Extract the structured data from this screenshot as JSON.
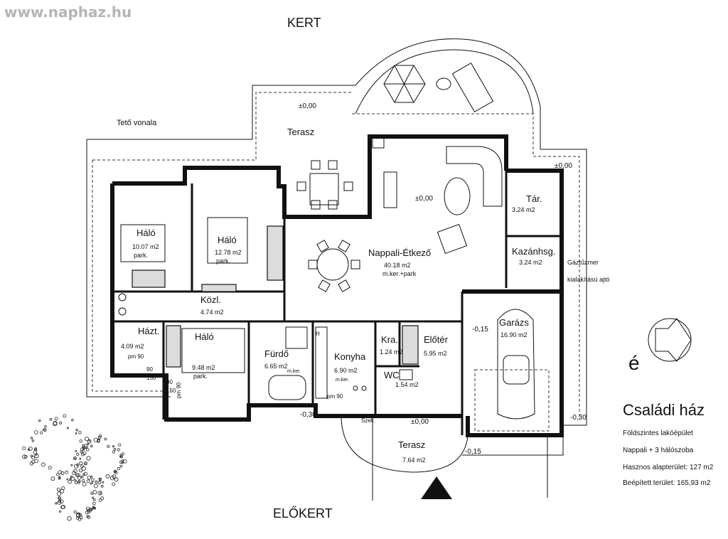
{
  "watermark": "www.naphaz.hu",
  "areas": {
    "kert": "KERT",
    "elokert": "ELŐKERT",
    "teto_vonala": "Tető vonala"
  },
  "rooms": {
    "halo1_name": "Háló",
    "halo1_area": "10.07 m2",
    "halo1_floor": "park.",
    "halo2_name": "Háló",
    "halo2_area": "12.78 m2",
    "halo2_floor": "park.",
    "halo3_name": "Háló",
    "halo3_area": "9.48 m2",
    "halo3_floor": "park.",
    "kozl_name": "Közl.",
    "kozl_area": "4.74 m2",
    "hazt_name": "Házt.",
    "hazt_area": "4.09 m2",
    "nappali_name": "Nappali-Étkező",
    "nappali_area": "40.18 m2",
    "nappali_floor": "m.ker.+park",
    "terasz1_name": "Terasz",
    "terasz2_name": "Terasz",
    "terasz2_area": "7.64 m2",
    "tar_name": "Tár.",
    "tar_area": "3.24 m2",
    "kazan_name": "Kazánhsg.",
    "kazan_area": "3.24 m2",
    "furdo_name": "Fürdő",
    "furdo_area": "6.65 m2",
    "furdo_floor": "m.ker.",
    "konyha_name": "Konyha",
    "konyha_area": "6.90 m2",
    "konyha_floor": "m.ker.",
    "kra_name": "Kra.",
    "kra_area": "1.24 m2",
    "eloter_name": "Előtér",
    "eloter_area": "5.95 m2",
    "wc_name": "WC",
    "wc_area": "1.54 m2",
    "garazs_name": "Garázs",
    "garazs_area": "16.90 m2"
  },
  "levels": {
    "l1": "±0,00",
    "l2": "±0,00",
    "l3": "±0,00",
    "l4": "±0,00",
    "l5": "-0,15",
    "l6": "-0,30",
    "l7": "-0,30",
    "l8": "-0,15"
  },
  "dims": {
    "pm90a": "pm 90",
    "pm90b": "pm 90",
    "pm90c": "pm 90",
    "d90": "90",
    "d150": "150",
    "d90b": "90",
    "d150b": "150",
    "szell": "Szell.",
    "h": "H"
  },
  "notes": {
    "gaz_line1": "Gáztűzmer",
    "gaz_line2": "kialakítású ajtó"
  },
  "info": {
    "title": "Családi ház",
    "line1": "Földszintes lakóépület",
    "line2": "Nappali + 3 hálószoba",
    "line3": "Hasznos alapterület: 127 m2",
    "line4": "Beépített terület: 165,93 m2"
  },
  "compass_letter": "é"
}
